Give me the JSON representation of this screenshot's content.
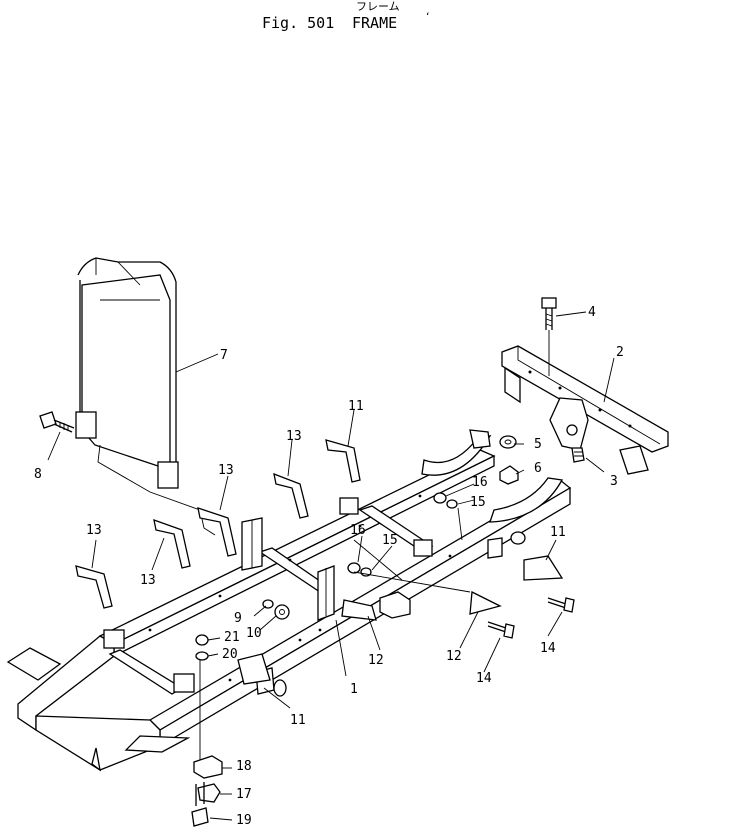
{
  "header": {
    "subtitle": "フレーム",
    "fig_number": "Fig. 501",
    "title": "FRAME",
    "tick": "ʻ"
  },
  "callouts": [
    {
      "id": "c1",
      "text": "1"
    },
    {
      "id": "c2",
      "text": "2"
    },
    {
      "id": "c3",
      "text": "3"
    },
    {
      "id": "c4",
      "text": "4"
    },
    {
      "id": "c5",
      "text": "5"
    },
    {
      "id": "c6",
      "text": "6"
    },
    {
      "id": "c7",
      "text": "7"
    },
    {
      "id": "c8",
      "text": "8"
    },
    {
      "id": "c9",
      "text": "9"
    },
    {
      "id": "c10",
      "text": "10"
    },
    {
      "id": "c11a",
      "text": "11"
    },
    {
      "id": "c11b",
      "text": "11"
    },
    {
      "id": "c11c",
      "text": "11"
    },
    {
      "id": "c12a",
      "text": "12"
    },
    {
      "id": "c12b",
      "text": "12"
    },
    {
      "id": "c13a",
      "text": "13"
    },
    {
      "id": "c13b",
      "text": "13"
    },
    {
      "id": "c13c",
      "text": "13"
    },
    {
      "id": "c13d",
      "text": "13"
    },
    {
      "id": "c14a",
      "text": "14"
    },
    {
      "id": "c14b",
      "text": "14"
    },
    {
      "id": "c15a",
      "text": "15"
    },
    {
      "id": "c15b",
      "text": "15"
    },
    {
      "id": "c16a",
      "text": "16"
    },
    {
      "id": "c16b",
      "text": "16"
    },
    {
      "id": "c17",
      "text": "17"
    },
    {
      "id": "c18",
      "text": "18"
    },
    {
      "id": "c19",
      "text": "19"
    },
    {
      "id": "c20",
      "text": "20"
    },
    {
      "id": "c21",
      "text": "21"
    }
  ]
}
